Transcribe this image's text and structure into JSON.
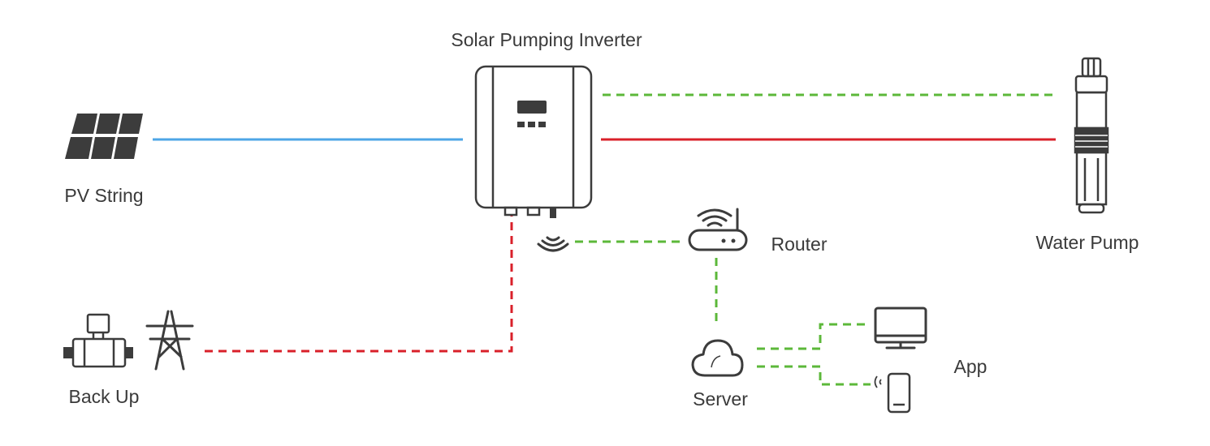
{
  "labels": {
    "inverter": "Solar Pumping Inverter",
    "pv": "PV String",
    "pump": "Water Pump",
    "router": "Router",
    "backup": "Back Up",
    "server": "Server",
    "app": "App"
  },
  "colors": {
    "dc_line": "#4da6e6",
    "ac_line": "#d9202a",
    "data_line": "#5cb83a",
    "backup_line": "#d9202a",
    "icon": "#3c3c3c",
    "text": "#3a3a3a"
  },
  "icons": [
    "solar-panel-icon",
    "inverter-icon",
    "wifi-icon",
    "water-pump-icon",
    "router-icon",
    "generator-icon",
    "power-tower-icon",
    "cloud-icon",
    "monitor-icon",
    "smartphone-icon"
  ]
}
